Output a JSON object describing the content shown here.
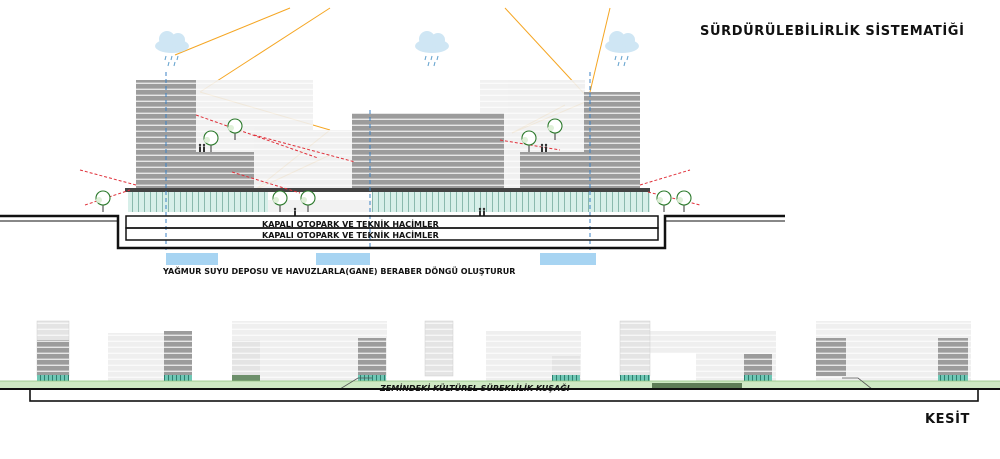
{
  "title": "SÜRDÜRÜLEBİLİRLİK  SİSTEMATİĞİ",
  "section_label": "KESİT",
  "parking_level_1": "KAPALI OTOPARK VE TEKNİK HACİMLER",
  "parking_level_2": "KAPALI OTOPARK VE TEKNİK HACİMLER",
  "rainwater_note": "YAĞMUR SUYU DEPOSU VE HAVUZLARLA(GANE) BERABER DÖNGÜ OLUŞTURUR",
  "cultural_belt": "ZEMİNDEKİ KÜLTÜREL SÜREKLİLİK KUŞAĞI",
  "colors": {
    "building_dark": "#9a9a9a",
    "building_light": "#e2e2e2",
    "sun_ray": "#f5a623",
    "wind_arrow": "#e0303a",
    "water_tank": "#a7d4f2",
    "ground_belt": "#cfe9c4",
    "glass": "#7fd1c3"
  },
  "icons": [
    "rain-cloud-icon",
    "tree-icon",
    "person-icon"
  ]
}
